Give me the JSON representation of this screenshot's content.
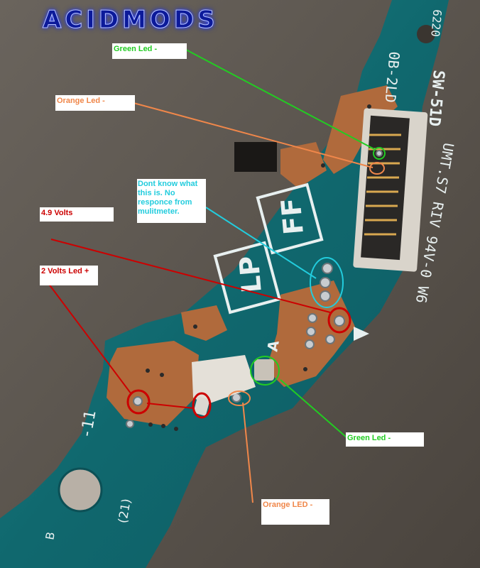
{
  "logo": {
    "text": "ACIDMODS",
    "color": "#0c1a9a"
  },
  "annotations": {
    "green_led_top": {
      "text": "Green Led -",
      "color": "#22cc22"
    },
    "orange_led_top": {
      "text": "Orange Led -",
      "color": "#f0874a"
    },
    "unknown_pads": {
      "text": "Dont know what this is. No responce from mulitmeter.",
      "color": "#22ccdd"
    },
    "volts_4_9": {
      "text": "4.9 Volts",
      "color": "#cc0000"
    },
    "volts_2_led": {
      "text": "2 Volts Led +",
      "color": "#cc0000"
    },
    "green_led_bottom": {
      "text": "Green Led -",
      "color": "#22cc22"
    },
    "orange_led_bottom": {
      "text": "Orange LED -",
      "color": "#f0874a"
    }
  },
  "board": {
    "silkscreen_rev": "0B-2LD",
    "silkscreen_code": "SW-51D",
    "silkscreen_part": "UMT.S7 RIV 94V-0 W6",
    "silkscreen_icons": [
      "FF",
      "LP"
    ],
    "silkscreen_marks": [
      "A",
      "-11",
      "(21)",
      "B",
      "6220"
    ],
    "pcb_color": "#0f6a6e"
  }
}
